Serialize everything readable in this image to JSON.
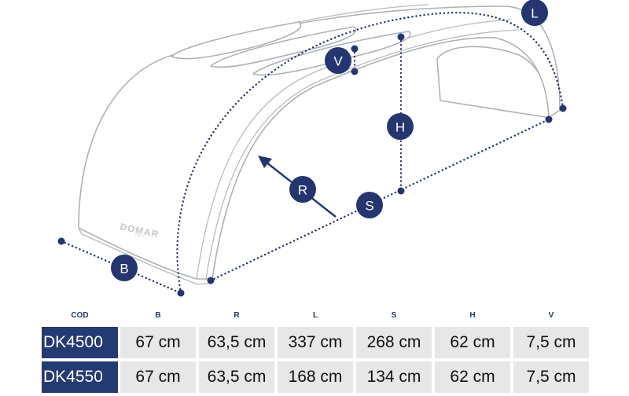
{
  "diagram": {
    "brand": "DOMAR",
    "brand_sub": "ITALY",
    "labels": {
      "B": "B",
      "R": "R",
      "L": "L",
      "S": "S",
      "H": "H",
      "V": "V"
    }
  },
  "table": {
    "headers": [
      "COD",
      "B",
      "R",
      "L",
      "S",
      "H",
      "V"
    ],
    "rows": [
      [
        "DK4500",
        "67 cm",
        "63,5 cm",
        "337 cm",
        "268 cm",
        "62 cm",
        "7,5 cm"
      ],
      [
        "DK4550",
        "67 cm",
        "63,5 cm",
        "168 cm",
        "134 cm",
        "62 cm",
        "7,5 cm"
      ]
    ]
  },
  "colors": {
    "accent": "#24356f",
    "cell_bg": "#e7e7e8",
    "code_bg": "#243a72"
  }
}
